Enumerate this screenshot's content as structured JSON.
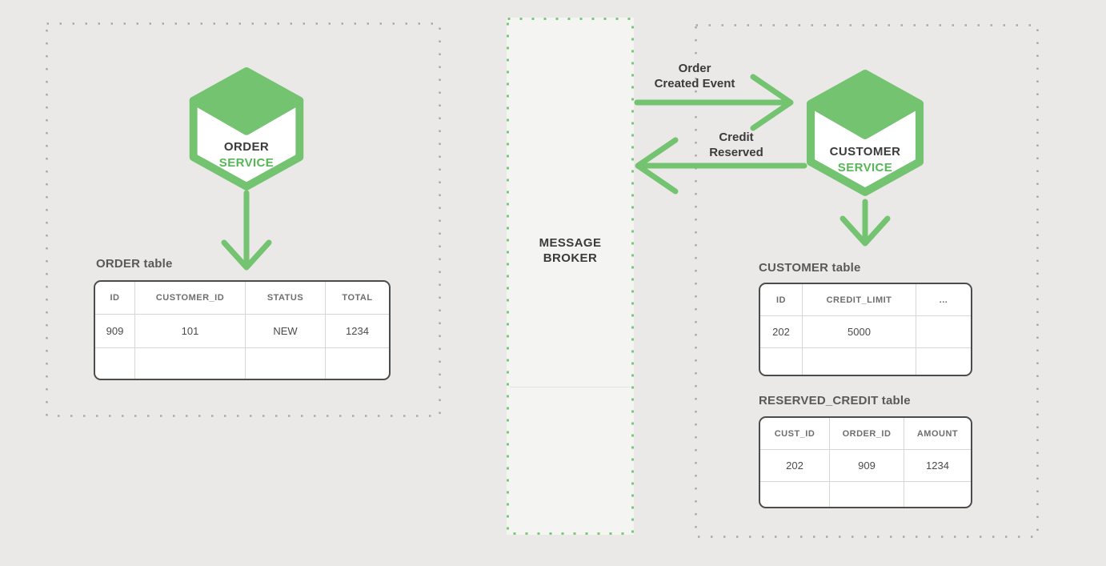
{
  "diagram": {
    "left_region": {
      "service": {
        "line1": "ORDER",
        "line2": "SERVICE"
      },
      "table_label": "ORDER table",
      "table": {
        "headers": [
          "ID",
          "CUSTOMER_ID",
          "STATUS",
          "TOTAL"
        ],
        "rows": [
          [
            "909",
            "101",
            "NEW",
            "1234"
          ],
          [
            "",
            "",
            "",
            ""
          ]
        ]
      }
    },
    "broker": {
      "line1": "MESSAGE",
      "line2": "BROKER"
    },
    "right_region": {
      "service": {
        "line1": "CUSTOMER",
        "line2": "SERVICE"
      },
      "order_created_event": {
        "line1": "Order",
        "line2": "Created Event"
      },
      "credit_reserved": {
        "line1": "Credit",
        "line2": "Reserved"
      },
      "customer_table_label": "CUSTOMER table",
      "customer_table": {
        "headers": [
          "ID",
          "CREDIT_LIMIT",
          "..."
        ],
        "rows": [
          [
            "202",
            "5000",
            ""
          ],
          [
            "",
            "",
            ""
          ]
        ]
      },
      "reserved_credit_table_label": "RESERVED_CREDIT table",
      "reserved_credit_table": {
        "headers": [
          "CUST_ID",
          "ORDER_ID",
          "AMOUNT"
        ],
        "rows": [
          [
            "202",
            "909",
            "1234"
          ],
          [
            "",
            "",
            ""
          ]
        ]
      }
    },
    "colors": {
      "background": "#eae9e7",
      "green": "#74c370",
      "green_text": "#57b757",
      "broker_fill": "#f4f4f2",
      "gray_dash": "#a9a9a7",
      "text_dark": "#3b3b3b",
      "table_border": "#4c4c4c"
    }
  }
}
